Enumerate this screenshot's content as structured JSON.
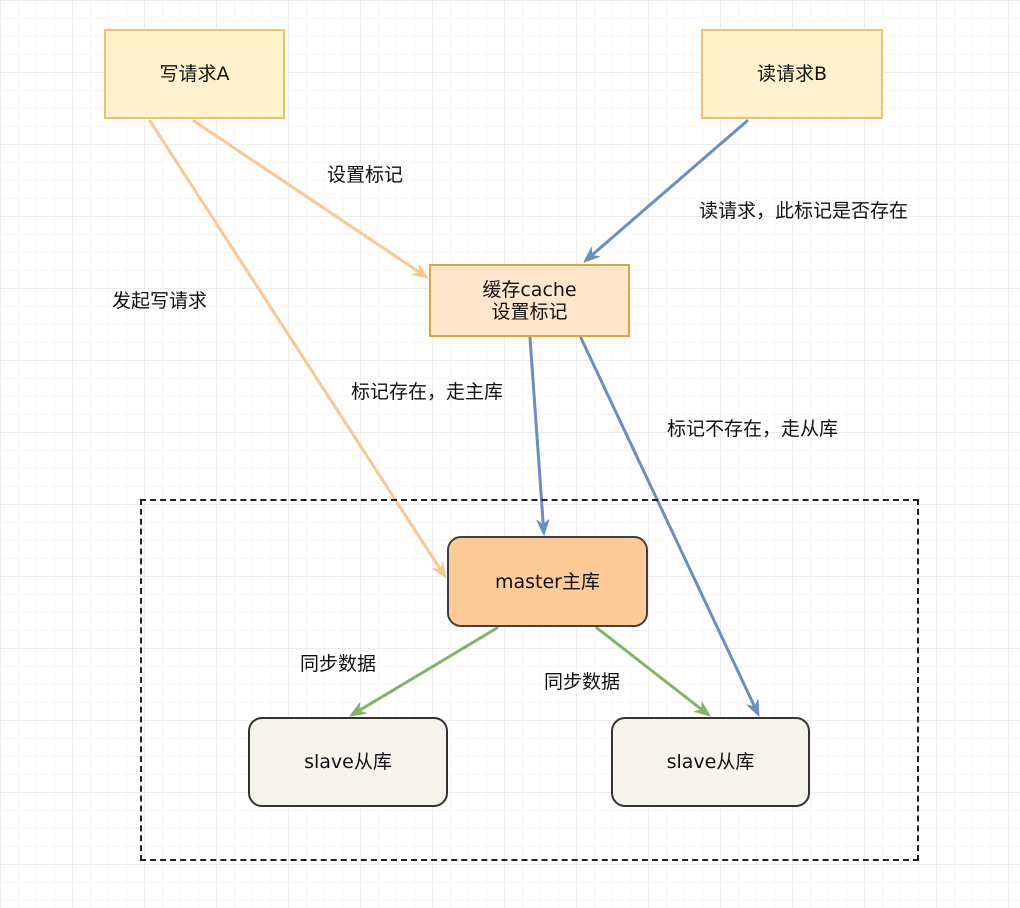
{
  "nodes": {
    "write_request": "写请求A",
    "read_request": "读请求B",
    "cache": "缓存cache\n设置标记",
    "master": "master主库",
    "slave_left": "slave从库",
    "slave_right": "slave从库"
  },
  "edge_labels": {
    "set_mark": "设置标记",
    "initiate_write": "发起写请求",
    "read_check_mark": "读请求，此标记是否存在",
    "mark_exists": "标记存在，走主库",
    "mark_not_exists": "标记不存在，走从库",
    "sync_left": "同步数据",
    "sync_right": "同步数据"
  },
  "colors": {
    "write_edge": "#f8c894",
    "read_edge": "#6c8ebf",
    "sync_edge": "#82b366"
  }
}
